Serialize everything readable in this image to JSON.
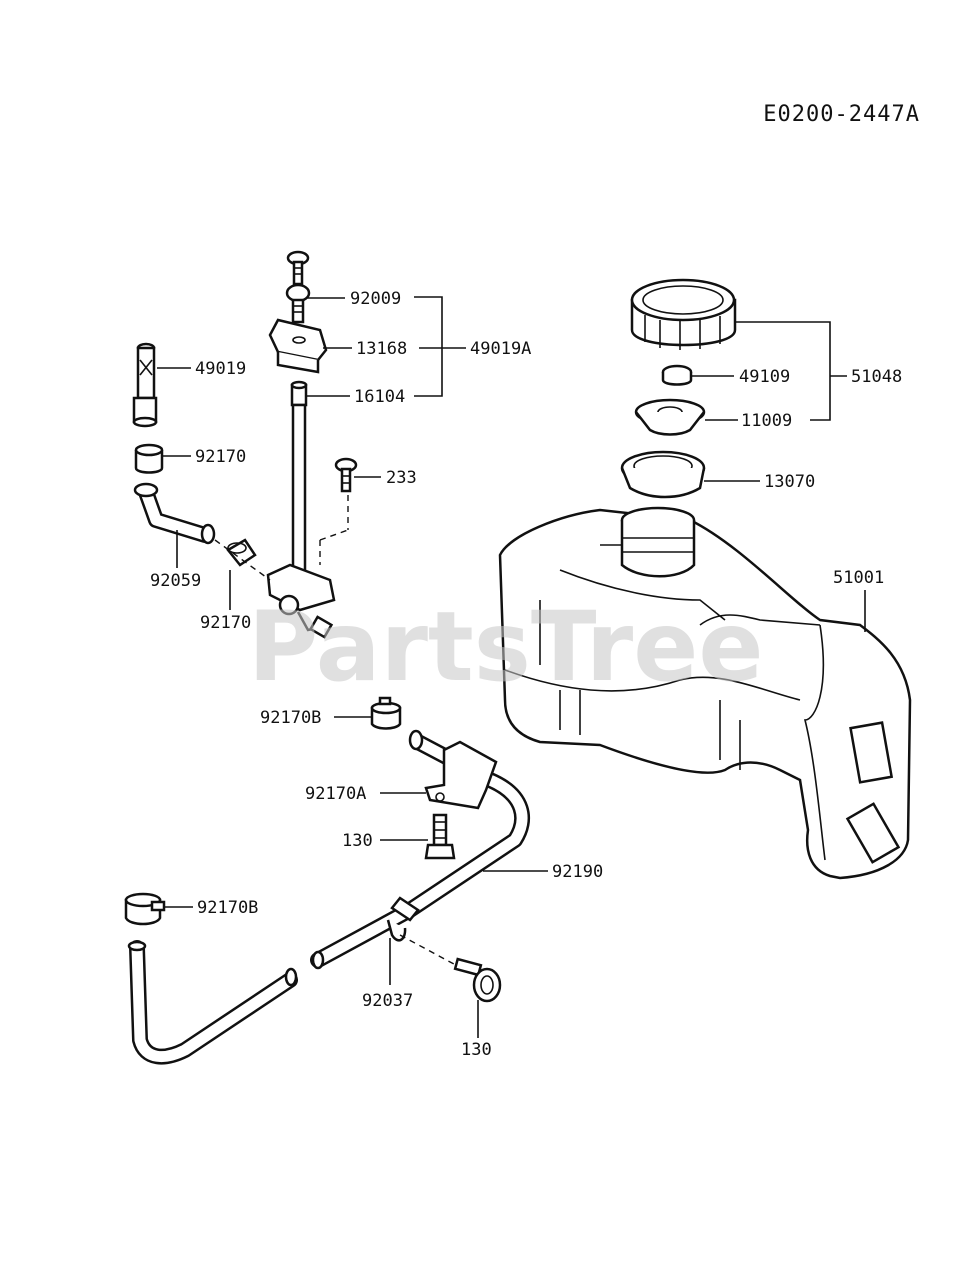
{
  "diagram_code": "E0200-2447A",
  "watermark": "PartsTree",
  "callouts": {
    "p92009": "92009",
    "p13168": "13168",
    "p49019A": "49019A",
    "p16104": "16104",
    "p49019": "49019",
    "p92170_top": "92170",
    "p233": "233",
    "p92059": "92059",
    "p92170_mid": "92170",
    "p51048": "51048",
    "p49109": "49109",
    "p11009": "11009",
    "p13070": "13070",
    "p51001": "51001",
    "p92170B_top": "92170B",
    "p92170A": "92170A",
    "p130_top": "130",
    "p92190": "92190",
    "p92170B_bot": "92170B",
    "p92037": "92037",
    "p130_bot": "130"
  }
}
